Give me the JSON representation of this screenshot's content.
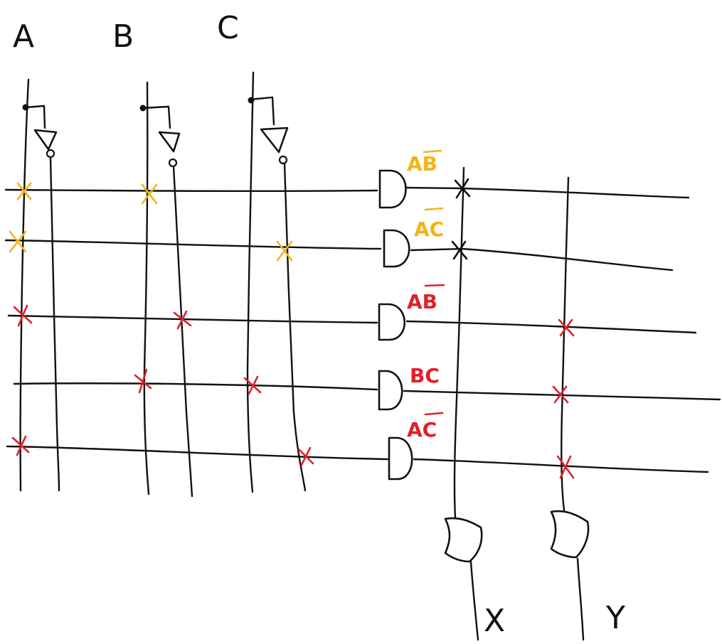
{
  "colors": {
    "ink": "#111111",
    "yellow": "#f2b417",
    "red": "#e0202a"
  },
  "inputs": [
    {
      "name": "A"
    },
    {
      "name": "B"
    },
    {
      "name": "C"
    }
  ],
  "product_terms": [
    {
      "label": "AB",
      "overbar": "B",
      "color": "yellow",
      "to_output": "X",
      "fuses": [
        "A",
        "B"
      ]
    },
    {
      "label": "AC",
      "overbar": "C",
      "color": "yellow",
      "to_output": "X",
      "fuses": [
        "A",
        "C_not"
      ]
    },
    {
      "label": "AB",
      "overbar": "B",
      "color": "red",
      "to_output": "Y",
      "fuses": [
        "A",
        "B_not"
      ]
    },
    {
      "label": "BC",
      "overbar": "",
      "color": "red",
      "to_output": "Y",
      "fuses": [
        "B",
        "C"
      ]
    },
    {
      "label": "AC",
      "overbar": "C",
      "color": "red",
      "to_output": "Y",
      "fuses": [
        "A",
        "C_not"
      ]
    }
  ],
  "outputs": [
    {
      "name": "X"
    },
    {
      "name": "Y"
    }
  ]
}
